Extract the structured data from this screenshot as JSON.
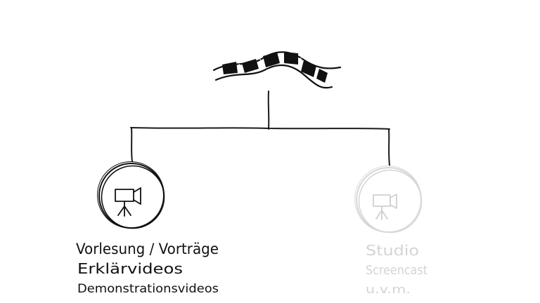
{
  "root": {
    "icon": "film-strip-icon"
  },
  "nodes": [
    {
      "icon": "video-camera-tripod-icon",
      "active": true,
      "color": "#111111",
      "lines": [
        "Vorlesung / Vorträge",
        "Erklärvideos",
        "Demonstrationsvideos"
      ]
    },
    {
      "icon": "video-camera-tripod-icon",
      "active": false,
      "color": "#d4d4d4",
      "lines": [
        "Studio",
        "Screencast",
        "u.v.m."
      ]
    }
  ]
}
